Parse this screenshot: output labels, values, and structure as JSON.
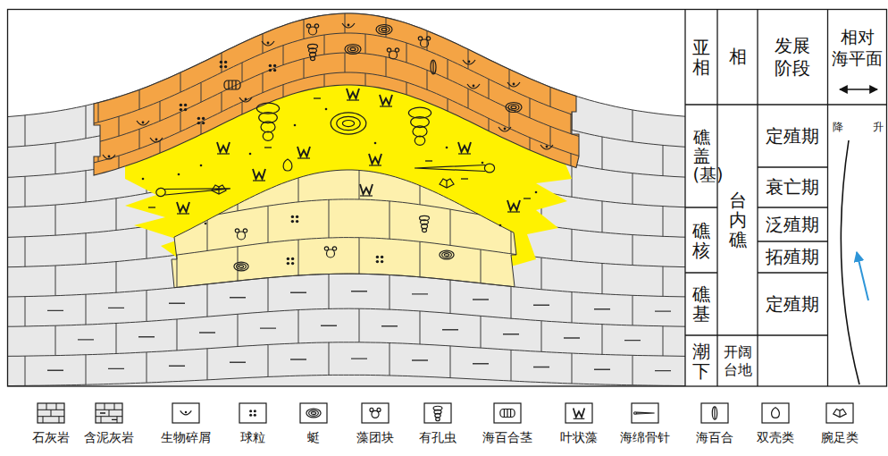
{
  "diagram": {
    "labels": [
      "亚相",
      "相",
      "发展 阶段",
      "相对 海平面",
      "礁盖(基)",
      "台内礁",
      "定殖期",
      "衰亡期",
      "礁核",
      "泛殖期",
      "拓殖期",
      "礁基",
      "定殖期",
      "潮下",
      "开阔 台地",
      "降",
      "升"
    ],
    "legend": [
      {
        "text": "石灰岩"
      },
      {
        "text": "含泥灰岩"
      },
      {
        "text": "生物碎屑"
      },
      {
        "text": "球粒"
      },
      {
        "text": "蜓"
      },
      {
        "text": "藻团块"
      },
      {
        "text": "有孔虫"
      },
      {
        "text": "海百合茎"
      },
      {
        "text": "叶状藻"
      },
      {
        "text": "海绵骨针"
      },
      {
        "text": "海百合"
      },
      {
        "text": "双壳类"
      },
      {
        "text": "腕足类"
      }
    ]
  }
}
